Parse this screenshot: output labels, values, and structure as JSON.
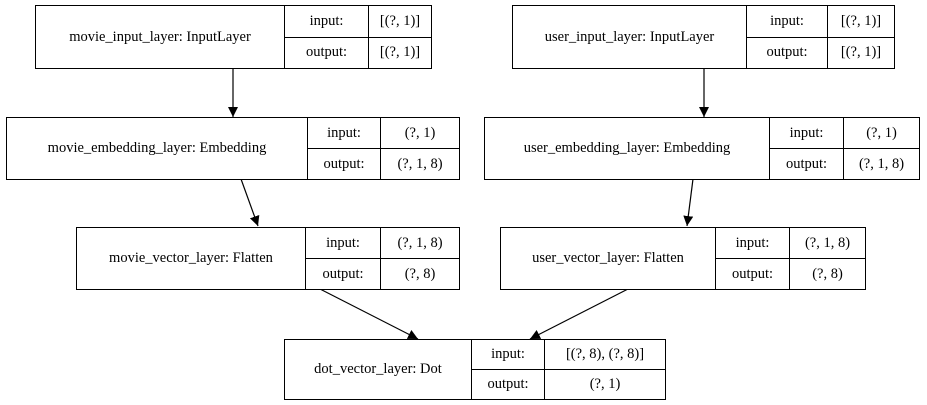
{
  "io_labels": {
    "input": "input:",
    "output": "output:"
  },
  "nodes": [
    {
      "id": "movie_input",
      "name": "movie_input_layer: InputLayer",
      "input": "[(?, 1)]",
      "output": "[(?, 1)]"
    },
    {
      "id": "user_input",
      "name": "user_input_layer: InputLayer",
      "input": "[(?, 1)]",
      "output": "[(?, 1)]"
    },
    {
      "id": "movie_embedding",
      "name": "movie_embedding_layer: Embedding",
      "input": "(?, 1)",
      "output": "(?, 1, 8)"
    },
    {
      "id": "user_embedding",
      "name": "user_embedding_layer: Embedding",
      "input": "(?, 1)",
      "output": "(?, 1, 8)"
    },
    {
      "id": "movie_vector",
      "name": "movie_vector_layer: Flatten",
      "input": "(?, 1, 8)",
      "output": "(?, 8)"
    },
    {
      "id": "user_vector",
      "name": "user_vector_layer: Flatten",
      "input": "(?, 1, 8)",
      "output": "(?, 8)"
    },
    {
      "id": "dot_vector",
      "name": "dot_vector_layer: Dot",
      "input": "[(?, 8), (?, 8)]",
      "output": "(?, 1)"
    }
  ],
  "edges": [
    {
      "from": "movie_input",
      "to": "movie_embedding"
    },
    {
      "from": "user_input",
      "to": "user_embedding"
    },
    {
      "from": "movie_embedding",
      "to": "movie_vector"
    },
    {
      "from": "user_embedding",
      "to": "user_vector"
    },
    {
      "from": "movie_vector",
      "to": "dot_vector"
    },
    {
      "from": "user_vector",
      "to": "dot_vector"
    }
  ]
}
